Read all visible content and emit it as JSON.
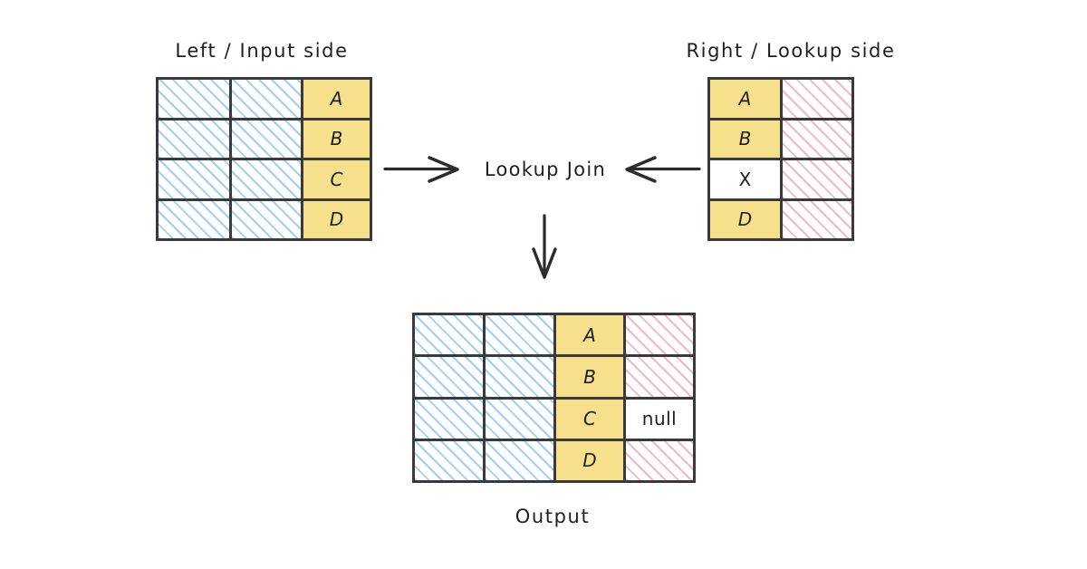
{
  "diagram": {
    "title_center_label": "Lookup Join",
    "left_caption": "Left / Input side",
    "right_caption": "Right / Lookup side",
    "output_caption": "Output",
    "colors": {
      "key_cell": "#f7e08c",
      "blue_hatch": "#9ed0f2",
      "pink_hatch": "#f0b7c8",
      "border": "#3a3a3a",
      "text": "#1f1f1f",
      "background": "#ffffff"
    },
    "arrows": [
      {
        "name": "left-to-join",
        "direction": "right"
      },
      {
        "name": "right-to-join",
        "direction": "left"
      },
      {
        "name": "join-to-output",
        "direction": "down"
      }
    ]
  },
  "left_table": {
    "caption": "Left / Input side",
    "column_kinds": [
      "blue",
      "blue",
      "key"
    ],
    "rows": [
      {
        "cells": [
          {
            "kind": "blue",
            "text": ""
          },
          {
            "kind": "blue",
            "text": ""
          },
          {
            "kind": "key",
            "text": "A"
          }
        ]
      },
      {
        "cells": [
          {
            "kind": "blue",
            "text": ""
          },
          {
            "kind": "blue",
            "text": ""
          },
          {
            "kind": "key",
            "text": "B"
          }
        ]
      },
      {
        "cells": [
          {
            "kind": "blue",
            "text": ""
          },
          {
            "kind": "blue",
            "text": ""
          },
          {
            "kind": "key",
            "text": "C"
          }
        ]
      },
      {
        "cells": [
          {
            "kind": "blue",
            "text": ""
          },
          {
            "kind": "blue",
            "text": ""
          },
          {
            "kind": "key",
            "text": "D"
          }
        ]
      }
    ]
  },
  "right_table": {
    "caption": "Right / Lookup side",
    "column_kinds": [
      "key",
      "pink"
    ],
    "rows": [
      {
        "cells": [
          {
            "kind": "key",
            "text": "A"
          },
          {
            "kind": "pink",
            "text": ""
          }
        ]
      },
      {
        "cells": [
          {
            "kind": "key",
            "text": "B"
          },
          {
            "kind": "pink",
            "text": ""
          }
        ]
      },
      {
        "cells": [
          {
            "kind": "plain",
            "text": "X"
          },
          {
            "kind": "pink",
            "text": ""
          }
        ]
      },
      {
        "cells": [
          {
            "kind": "key",
            "text": "D"
          },
          {
            "kind": "pink",
            "text": ""
          }
        ]
      }
    ]
  },
  "output_table": {
    "caption": "Output",
    "column_kinds": [
      "blue",
      "blue",
      "key",
      "pink"
    ],
    "rows": [
      {
        "cells": [
          {
            "kind": "blue",
            "text": ""
          },
          {
            "kind": "blue",
            "text": ""
          },
          {
            "kind": "key",
            "text": "A"
          },
          {
            "kind": "pink",
            "text": ""
          }
        ]
      },
      {
        "cells": [
          {
            "kind": "blue",
            "text": ""
          },
          {
            "kind": "blue",
            "text": ""
          },
          {
            "kind": "key",
            "text": "B"
          },
          {
            "kind": "pink",
            "text": ""
          }
        ]
      },
      {
        "cells": [
          {
            "kind": "blue",
            "text": ""
          },
          {
            "kind": "blue",
            "text": ""
          },
          {
            "kind": "key",
            "text": "C"
          },
          {
            "kind": "null",
            "text": "null"
          }
        ]
      },
      {
        "cells": [
          {
            "kind": "blue",
            "text": ""
          },
          {
            "kind": "blue",
            "text": ""
          },
          {
            "kind": "key",
            "text": "D"
          },
          {
            "kind": "pink",
            "text": ""
          }
        ]
      }
    ]
  }
}
